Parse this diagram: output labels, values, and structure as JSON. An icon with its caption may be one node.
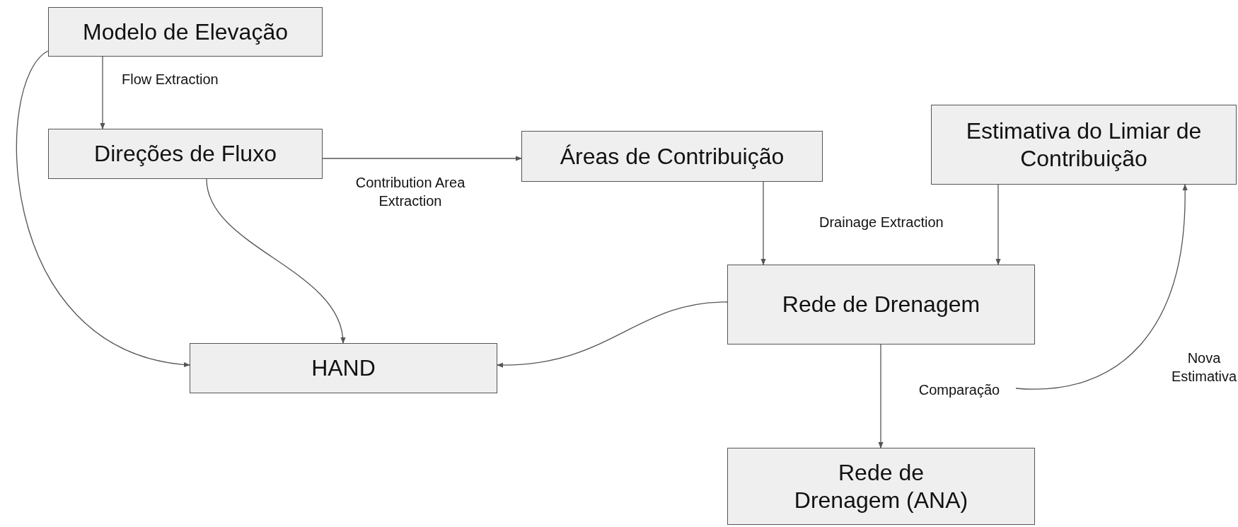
{
  "diagram": {
    "nodes": [
      {
        "text": [
          "Modelo de Elevação"
        ]
      },
      {
        "text": [
          "Direções de Fluxo"
        ]
      },
      {
        "text": [
          "Áreas de Contribuição"
        ]
      },
      {
        "text": [
          "Estimativa do Limiar de Contribuição"
        ]
      },
      {
        "text": [
          "Rede de Drenagem"
        ]
      },
      {
        "text": [
          "HAND"
        ]
      },
      {
        "text": [
          "Rede de Drenagem (ANA)"
        ]
      },
      {
        "text": [
          "Comparação"
        ]
      }
    ],
    "edges": [
      {
        "from": 0,
        "to": 1,
        "arrow": "to",
        "label": "Flow Extraction"
      },
      {
        "from": 1,
        "to": 2,
        "arrow": "to",
        "label": "Contribution Area Extraction"
      },
      {
        "from": 2,
        "to": 4,
        "arrow": "to",
        "label": "Drainage Extraction"
      },
      {
        "from": 3,
        "to": 4,
        "arrow": "to"
      },
      {
        "from": 4,
        "to": 5,
        "arrow": "to"
      },
      {
        "from": 1,
        "to": 5,
        "arrow": "to"
      },
      {
        "from": 0,
        "to": 5,
        "arrow": "to"
      },
      {
        "from": 4,
        "to": 6,
        "arrow": "to"
      },
      {
        "from": 7,
        "to": 3,
        "arrow": "to",
        "label": "Nova Estimativa"
      }
    ]
  }
}
